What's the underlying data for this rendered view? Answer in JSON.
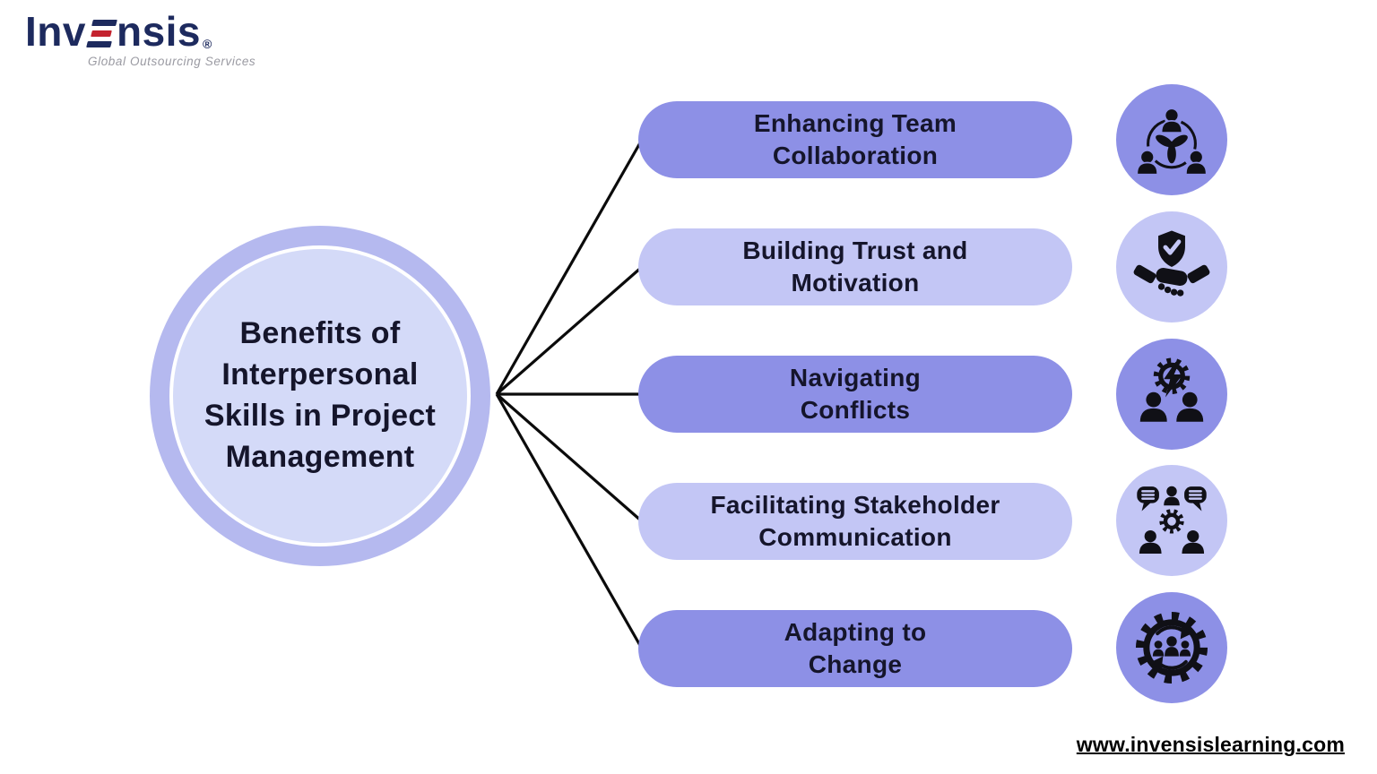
{
  "logo": {
    "brand_left": "Inv",
    "brand_right": "nsis",
    "registered": "®",
    "tagline": "Global Outsourcing Services"
  },
  "center": {
    "title": "Benefits of Interpersonal Skills in Project Management",
    "lines": [
      "Benefits of",
      "Interpersonal",
      "Skills in Project",
      "Management"
    ]
  },
  "benefits": [
    {
      "label": "Enhancing Team Collaboration",
      "lines": [
        "Enhancing Team",
        "Collaboration"
      ],
      "icon": "team-collaboration-icon",
      "tone": "medium"
    },
    {
      "label": "Building Trust and Motivation",
      "lines": [
        "Building Trust and",
        "Motivation"
      ],
      "icon": "trust-handshake-icon",
      "tone": "light"
    },
    {
      "label": "Navigating Conflicts",
      "lines": [
        "Navigating",
        "Conflicts"
      ],
      "icon": "conflict-people-icon",
      "tone": "medium"
    },
    {
      "label": "Facilitating Stakeholder Communication",
      "lines": [
        "Facilitating Stakeholder",
        "Communication"
      ],
      "icon": "stakeholder-communication-icon",
      "tone": "light"
    },
    {
      "label": "Adapting to Change",
      "lines": [
        "Adapting to",
        "Change"
      ],
      "icon": "change-gear-icon",
      "tone": "medium"
    }
  ],
  "footer": {
    "website": "www.invensislearning.com"
  },
  "colors": {
    "pill_medium": "#8d90e6",
    "pill_light": "#c3c6f5",
    "hub_ring": "#b5b9ef",
    "hub_fill": "#d4daf8",
    "text_dark": "#15152b",
    "logo_navy": "#1d2a5e",
    "logo_red": "#c4232f",
    "connector_black": "#0b0b0b"
  }
}
